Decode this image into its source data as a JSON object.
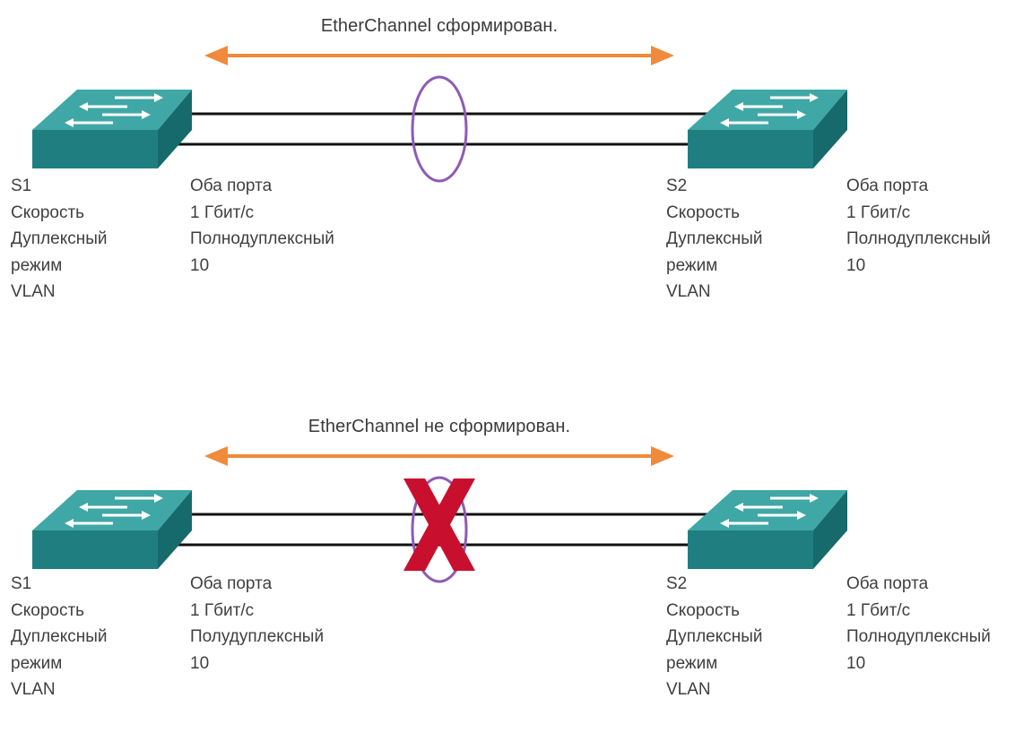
{
  "scenarios": [
    {
      "caption": "EtherChannel сформирован.",
      "status": "formed",
      "switch_left": {
        "name": "S1",
        "param_labels": [
          "Скорость",
          "Дуплексный",
          "режим",
          "VLAN"
        ],
        "values_header": "Оба порта",
        "values": [
          "1 Гбит/с",
          "Полнодуплексный",
          "10"
        ]
      },
      "switch_right": {
        "name": "S2",
        "param_labels": [
          "Скорость",
          "Дуплексный",
          "режим",
          "VLAN"
        ],
        "values_header": "Оба порта",
        "values": [
          "1 Гбит/с",
          "Полнодуплексный",
          "10"
        ]
      }
    },
    {
      "caption": "EtherChannel не сформирован.",
      "status": "not-formed",
      "switch_left": {
        "name": "S1",
        "param_labels": [
          "Скорость",
          "Дуплексный",
          "режим",
          "VLAN"
        ],
        "values_header": "Оба порта",
        "values": [
          "1 Гбит/с",
          "Полудуплексный",
          "10"
        ]
      },
      "switch_right": {
        "name": "S2",
        "param_labels": [
          "Скорость",
          "Дуплексный",
          "режим",
          "VLAN"
        ],
        "values_header": "Оба порта",
        "values": [
          "1 Гбит/с",
          "Полнодуплексный",
          "10"
        ]
      }
    }
  ],
  "colors": {
    "arrow": "#f08a3c",
    "bundle_ring": "#8e5bb5",
    "cross": "#c8102e",
    "switch_top": "#3fa7a6",
    "switch_front": "#1f7f80",
    "switch_side": "#166a6b",
    "link": "#111111"
  }
}
